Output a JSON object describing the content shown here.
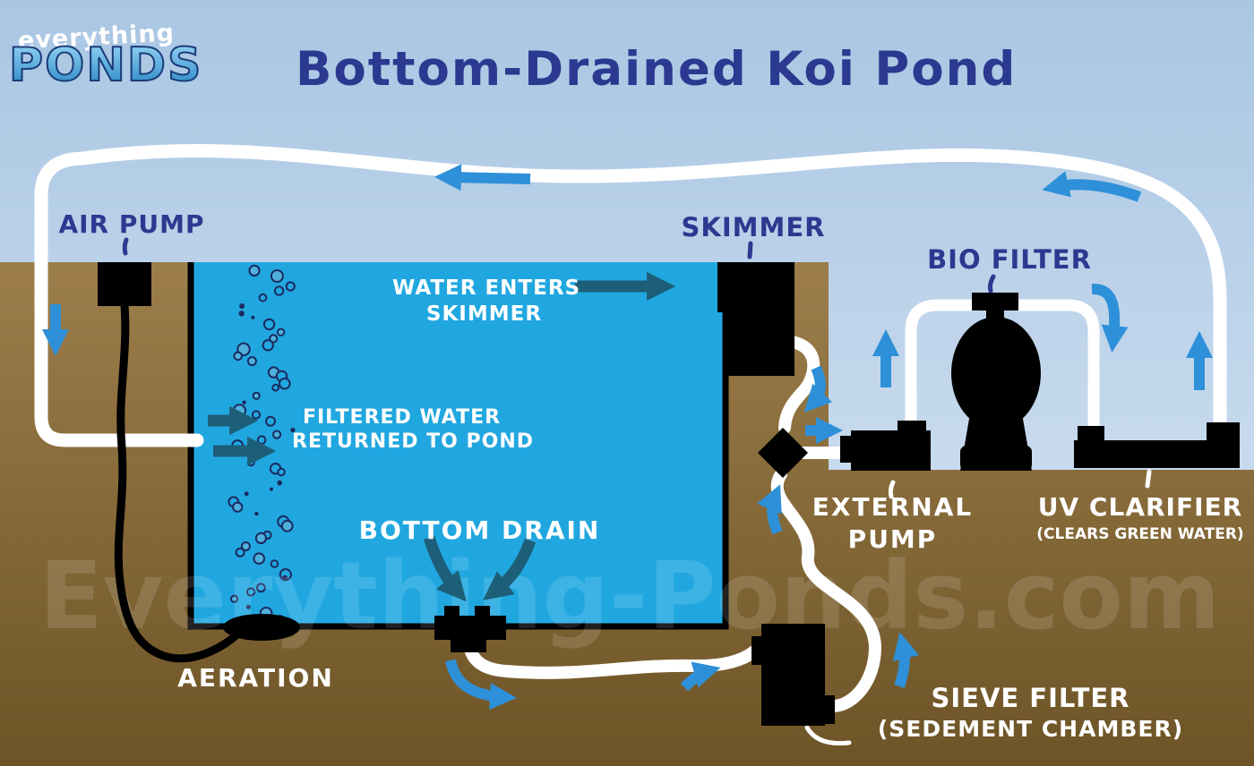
{
  "logo": {
    "top": "everything",
    "main": "PONDS"
  },
  "title": "Bottom-Drained Koi Pond",
  "watermark": "Everything-Ponds.com",
  "labels": {
    "air_pump": "AIR PUMP",
    "skimmer": "SKIMMER",
    "bio_filter": "BIO FILTER",
    "water_enters_1": "WATER ENTERS",
    "water_enters_2": "SKIMMER",
    "filtered_1": "FILTERED WATER",
    "filtered_2": "RETURNED TO POND",
    "bottom_drain": "BOTTOM DRAIN",
    "external_pump_1": "EXTERNAL",
    "external_pump_2": "PUMP",
    "uv_clarifier": "UV CLARIFIER",
    "uv_clarifier_sub": "(CLEARS GREEN WATER)",
    "aeration": "AERATION",
    "sieve_filter": "SIEVE FILTER",
    "sieve_filter_sub": "(SEDEMENT CHAMBER)"
  },
  "colors": {
    "sky_top": "#a9c6e3",
    "sky_bottom": "#dbe7f4",
    "ground_top": "#9d7e4b",
    "ground_bottom": "#6d5426",
    "pond_water": "#21a7e0",
    "pipe_white": "#ffffff",
    "device_black": "#000000",
    "arrow_blue": "#2e90d8",
    "arrow_teal": "#1d5f78",
    "label_navy": "#2b3990"
  }
}
